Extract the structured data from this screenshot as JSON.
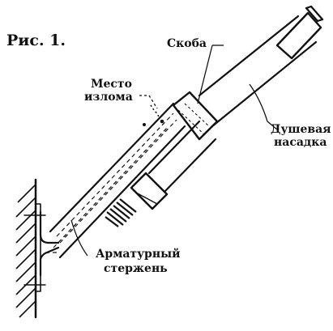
{
  "figure": {
    "title": "Рис. 1."
  },
  "labels": {
    "bracket": "Скоба",
    "break_line1": "Место",
    "break_line2": "излома",
    "nozzle_line1": "Душевая",
    "nozzle_line2": "насадка",
    "rod_line1": "Арматурный",
    "rod_line2": "стержень"
  },
  "colors": {
    "ink": "#111111",
    "background": "#ffffff"
  }
}
